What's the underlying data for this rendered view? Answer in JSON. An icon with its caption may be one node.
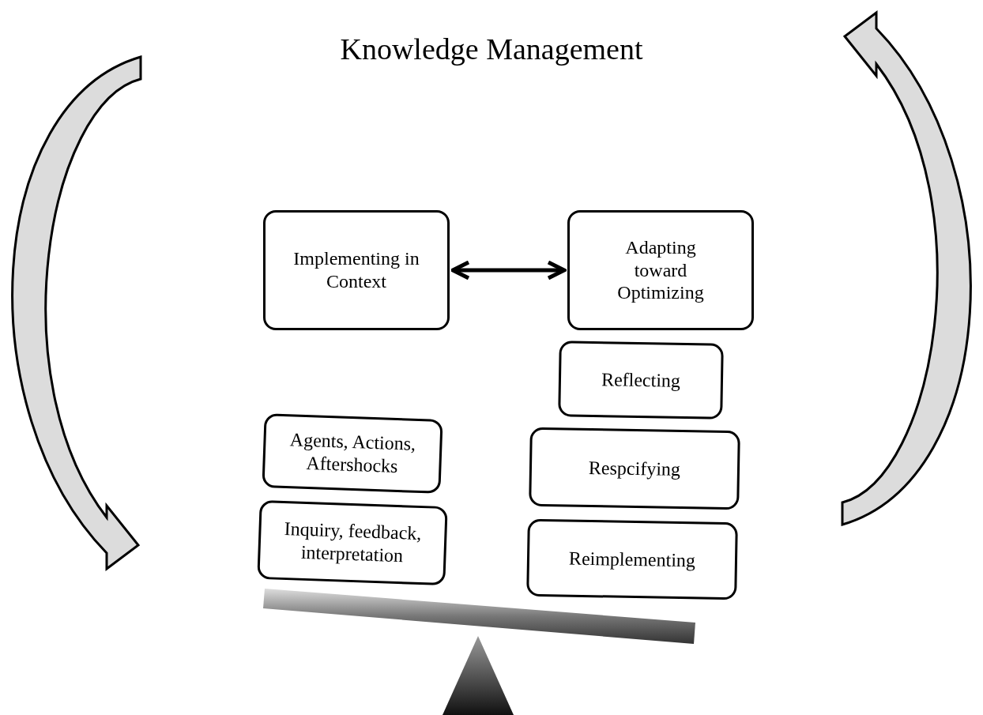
{
  "diagram": {
    "title": "Knowledge Management",
    "nodes": [
      {
        "text": [
          "Implementing in Context"
        ]
      },
      {
        "text": [
          "Adapting toward Optimizing"
        ]
      },
      {
        "text": [
          "Reflecting"
        ]
      },
      {
        "text": [
          "Agents, Actions, Aftershocks"
        ]
      },
      {
        "text": [
          "Respcifying"
        ]
      },
      {
        "text": [
          "Inquiry, feedback, interpretation"
        ]
      },
      {
        "text": [
          "Reimplementing"
        ]
      }
    ],
    "edges": [
      {
        "from": 0,
        "to": 1,
        "arrow": "both"
      }
    ]
  }
}
